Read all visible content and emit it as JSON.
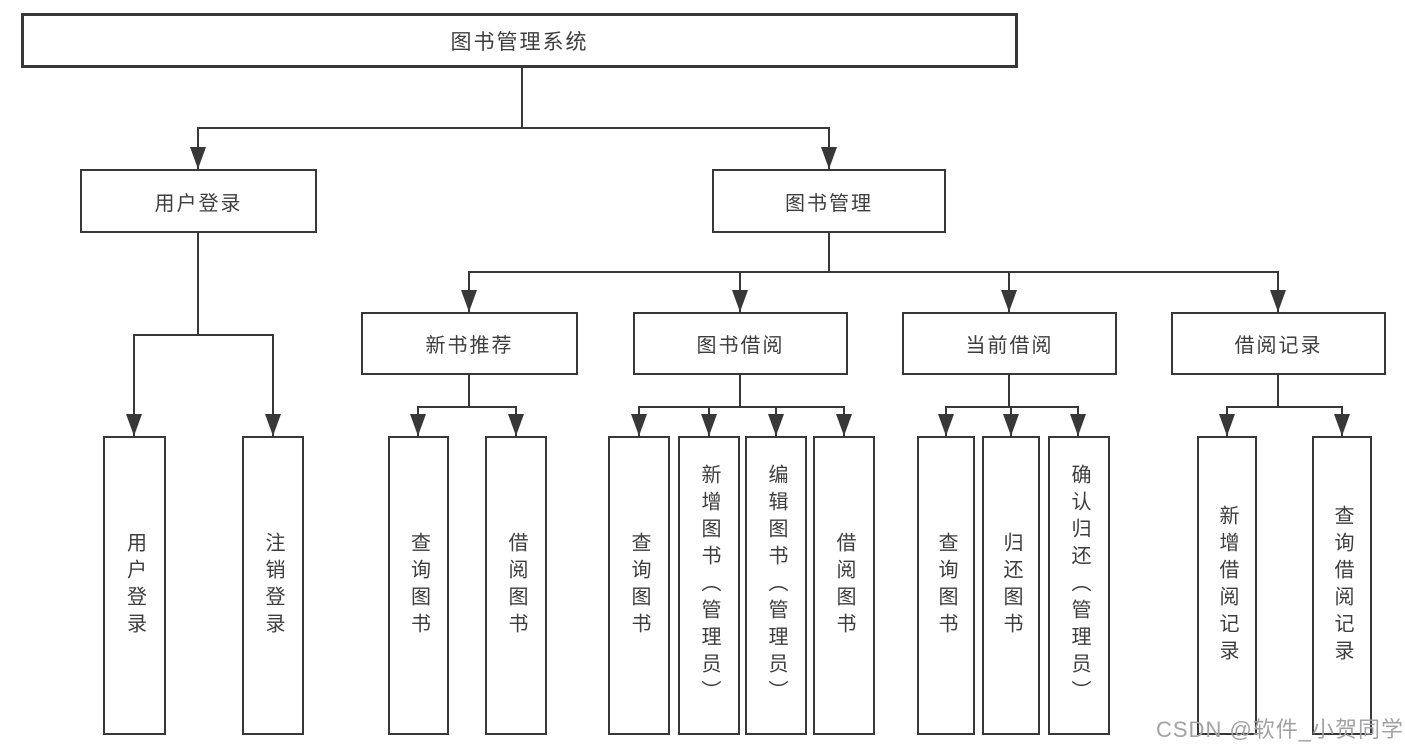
{
  "root": {
    "label": "图书管理系统"
  },
  "level2": [
    {
      "label": "用户登录"
    },
    {
      "label": "图书管理"
    }
  ],
  "level3": [
    {
      "label": "新书推荐"
    },
    {
      "label": "图书借阅"
    },
    {
      "label": "当前借阅"
    },
    {
      "label": "借阅记录"
    }
  ],
  "leaves": {
    "login": [
      {
        "label": "用户登录"
      },
      {
        "label": "注销登录"
      }
    ],
    "recommend": [
      {
        "label": "查询图书"
      },
      {
        "label": "借阅图书"
      }
    ],
    "borrow": [
      {
        "label": "查询图书"
      },
      {
        "label": "新增图书（管理员）"
      },
      {
        "label": "编辑图书（管理员）"
      },
      {
        "label": "借阅图书"
      }
    ],
    "current": [
      {
        "label": "查询图书"
      },
      {
        "label": "归还图书"
      },
      {
        "label": "确认归还（管理员）"
      }
    ],
    "records": [
      {
        "label": "新增借阅记录"
      },
      {
        "label": "查询借阅记录"
      }
    ]
  },
  "watermark": {
    "text": "CSDN @软件_小贺同学"
  },
  "colors": {
    "line": "#383838",
    "text": "#3d3d3d",
    "watermark": "#a2a2a4"
  }
}
